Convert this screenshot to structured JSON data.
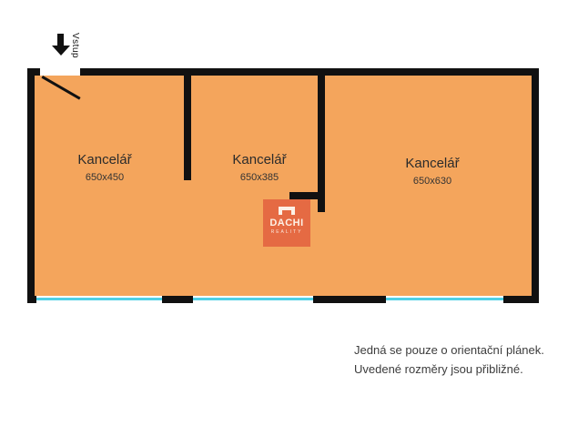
{
  "plan": {
    "colors": {
      "floor": "#F4A55C",
      "wall": "#111111",
      "window": "#4FD0E6"
    },
    "entrance_label": "Vstup",
    "rooms": [
      {
        "name": "Kancelář",
        "dims": "650x450"
      },
      {
        "name": "Kancelář",
        "dims": "650x385"
      },
      {
        "name": "Kancelář",
        "dims": "650x630"
      }
    ]
  },
  "logo": {
    "title": "DACHI",
    "subtitle": "REALITY",
    "color": "#E3603F"
  },
  "disclaimer": {
    "line1": "Jedná se pouze o orientační plánek.",
    "line2": "Uvedené rozměry jsou přibližné."
  }
}
